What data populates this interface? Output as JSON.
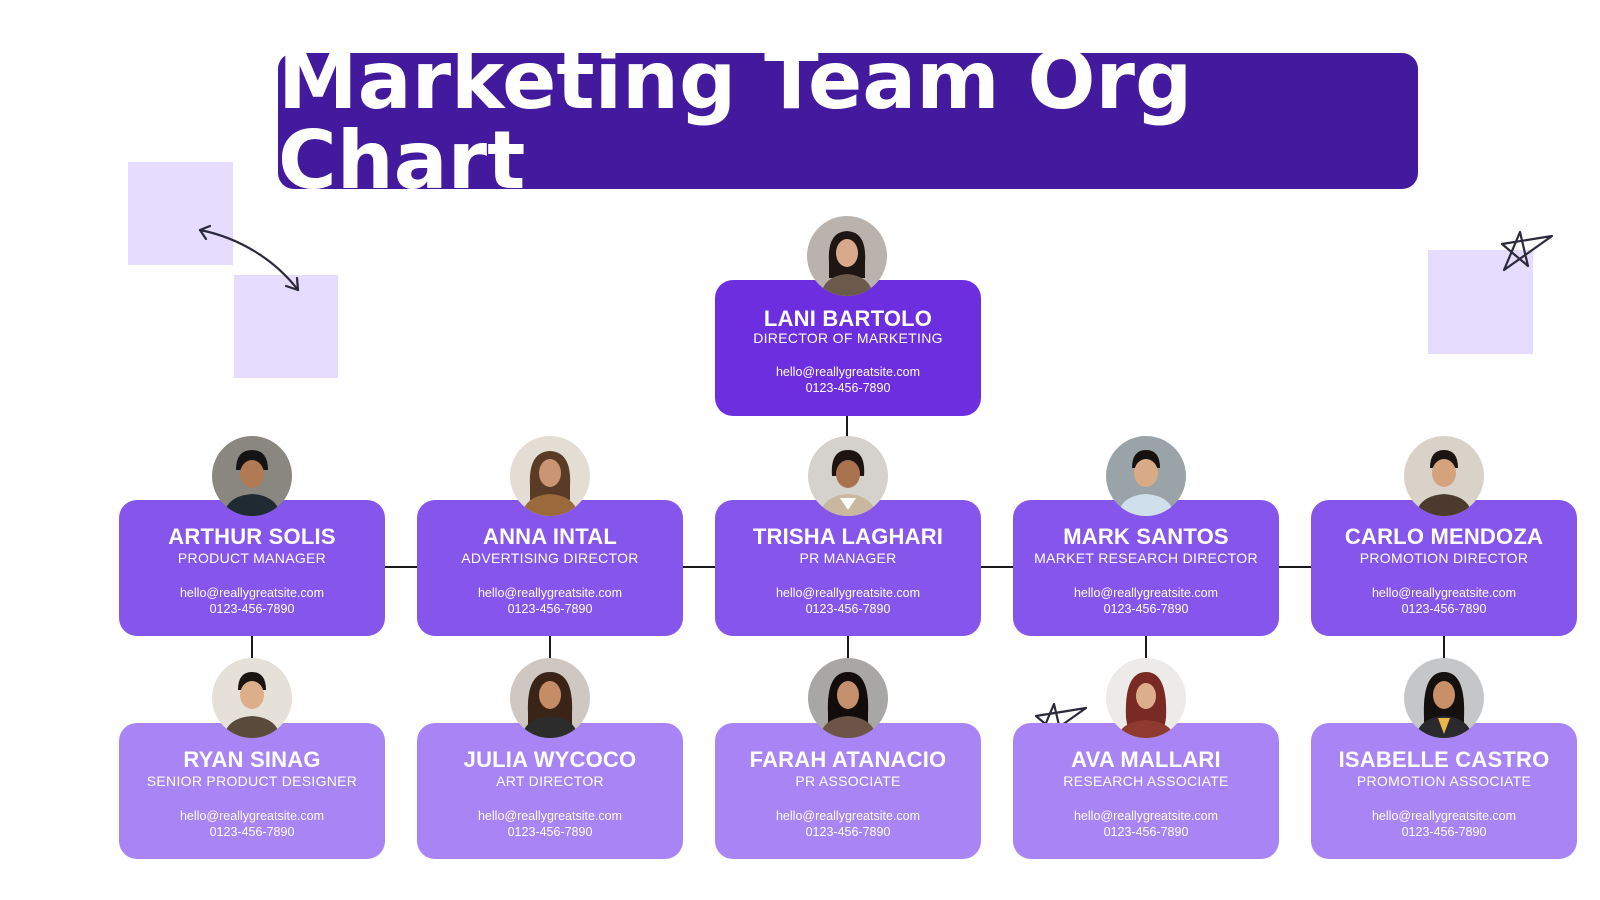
{
  "title": "Marketing Team Org Chart",
  "director": {
    "name": "LANI BARTOLO",
    "role": "DIRECTOR OF MARKETING",
    "email": "hello@reallygreatsite.com",
    "phone": "0123-456-7890"
  },
  "managers": [
    {
      "name": "ARTHUR SOLIS",
      "role": "PRODUCT MANAGER",
      "email": "hello@reallygreatsite.com",
      "phone": "0123-456-7890"
    },
    {
      "name": "ANNA INTAL",
      "role": "ADVERTISING DIRECTOR",
      "email": "hello@reallygreatsite.com",
      "phone": "0123-456-7890"
    },
    {
      "name": "TRISHA LAGHARI",
      "role": "PR MANAGER",
      "email": "hello@reallygreatsite.com",
      "phone": "0123-456-7890"
    },
    {
      "name": "MARK SANTOS",
      "role": "MARKET RESEARCH DIRECTOR",
      "email": "hello@reallygreatsite.com",
      "phone": "0123-456-7890"
    },
    {
      "name": "CARLO MENDOZA",
      "role": "PROMOTION DIRECTOR",
      "email": "hello@reallygreatsite.com",
      "phone": "0123-456-7890"
    }
  ],
  "associates": [
    {
      "name": "RYAN SINAG",
      "role": "SENIOR PRODUCT DESIGNER",
      "email": "hello@reallygreatsite.com",
      "phone": "0123-456-7890"
    },
    {
      "name": "JULIA WYCOCO",
      "role": "ART DIRECTOR",
      "email": "hello@reallygreatsite.com",
      "phone": "0123-456-7890"
    },
    {
      "name": "FARAH ATANACIO",
      "role": "PR ASSOCIATE",
      "email": "hello@reallygreatsite.com",
      "phone": "0123-456-7890"
    },
    {
      "name": "AVA MALLARI",
      "role": "RESEARCH ASSOCIATE",
      "email": "hello@reallygreatsite.com",
      "phone": "0123-456-7890"
    },
    {
      "name": "ISABELLE CASTRO",
      "role": "PROMOTION ASSOCIATE",
      "email": "hello@reallygreatsite.com",
      "phone": "0123-456-7890"
    }
  ],
  "colors": {
    "banner": "#43199e",
    "director_card": "#6d2ee0",
    "manager_card": "#8656ec",
    "associate_card": "#a884f4",
    "sticky_note": "#e6dcfd",
    "connector": "#1a1a1a"
  },
  "icons": {
    "arrow": "curved-double-arrow-icon",
    "star": "hand-drawn-star-icon",
    "avatar": "person-photo-icon"
  }
}
